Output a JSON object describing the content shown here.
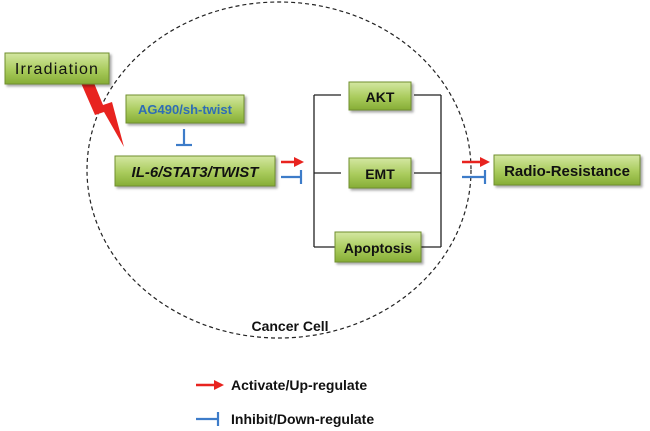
{
  "diagram": {
    "nodes": {
      "irradiation": "Irradiation",
      "inhibitor": "AG490/sh-twist",
      "pathway": "IL-6/STAT3/TWIST",
      "akt": "AKT",
      "emt": "EMT",
      "apoptosis": "Apoptosis",
      "radio_resistance": "Radio-Resistance"
    },
    "cell_label": "Cancer Cell",
    "legend": [
      {
        "label": "Activate/Up-regulate",
        "symbol": "red-arrow-icon"
      },
      {
        "label": "Inhibit/Down-regulate",
        "symbol": "blue-tbar-icon"
      }
    ],
    "colors": {
      "box_fill_light": "#c5dd8a",
      "box_fill_dark": "#8cb33c",
      "box_border": "#6f8f2e",
      "activate": "#e8231f",
      "inhibit": "#3d7cc9",
      "inhibitor_text": "#2f6db5",
      "text": "#111111",
      "cell_outline": "#222222"
    }
  }
}
